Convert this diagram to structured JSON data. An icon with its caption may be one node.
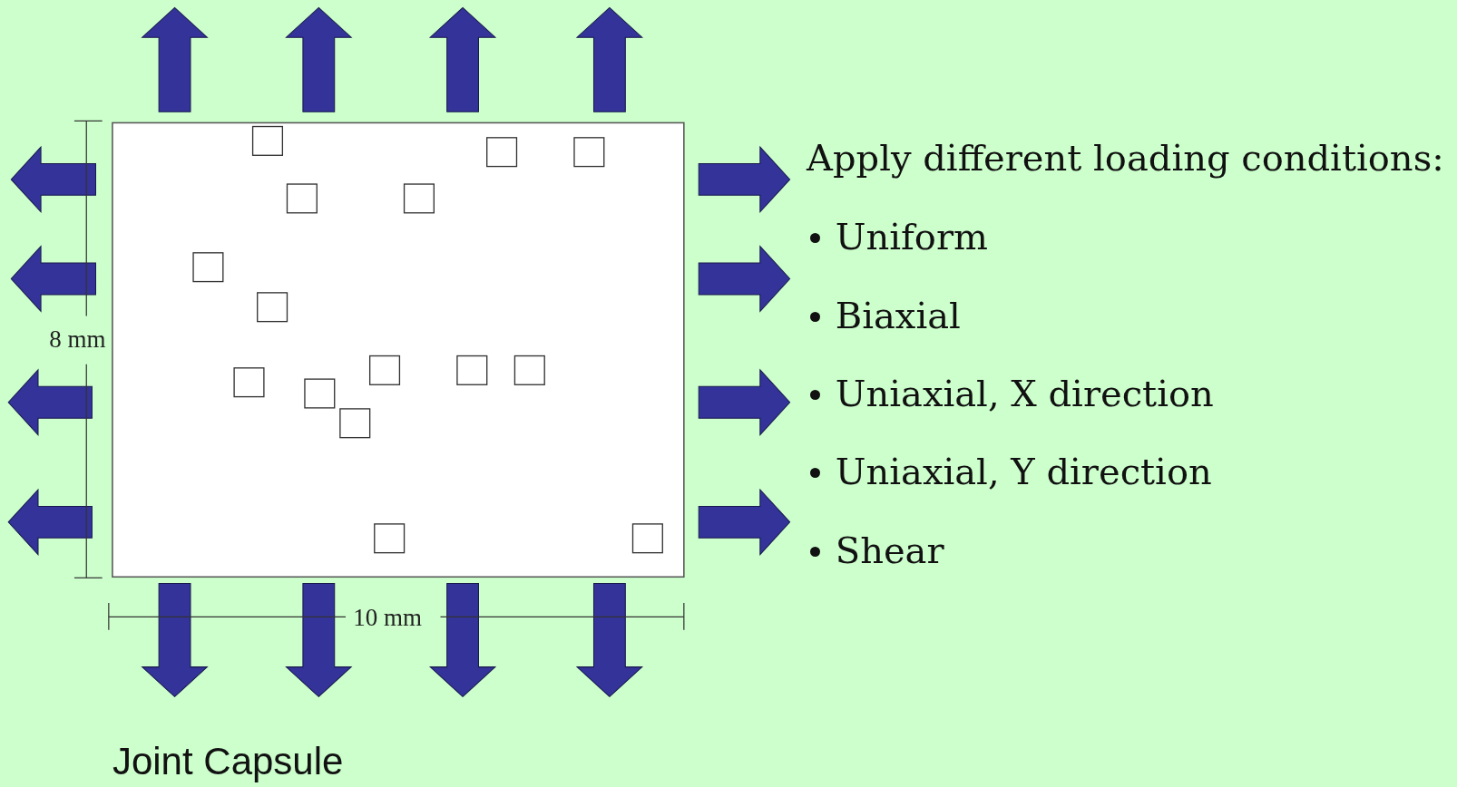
{
  "diagram": {
    "caption": "Joint Capsule",
    "labels": [
      "8 mm",
      "10 mm",
      "Apply different loading conditions:",
      "Uniform",
      "Biaxial",
      "Uniaxial, X direction",
      "Uniaxial, Y direction",
      "Shear"
    ]
  }
}
